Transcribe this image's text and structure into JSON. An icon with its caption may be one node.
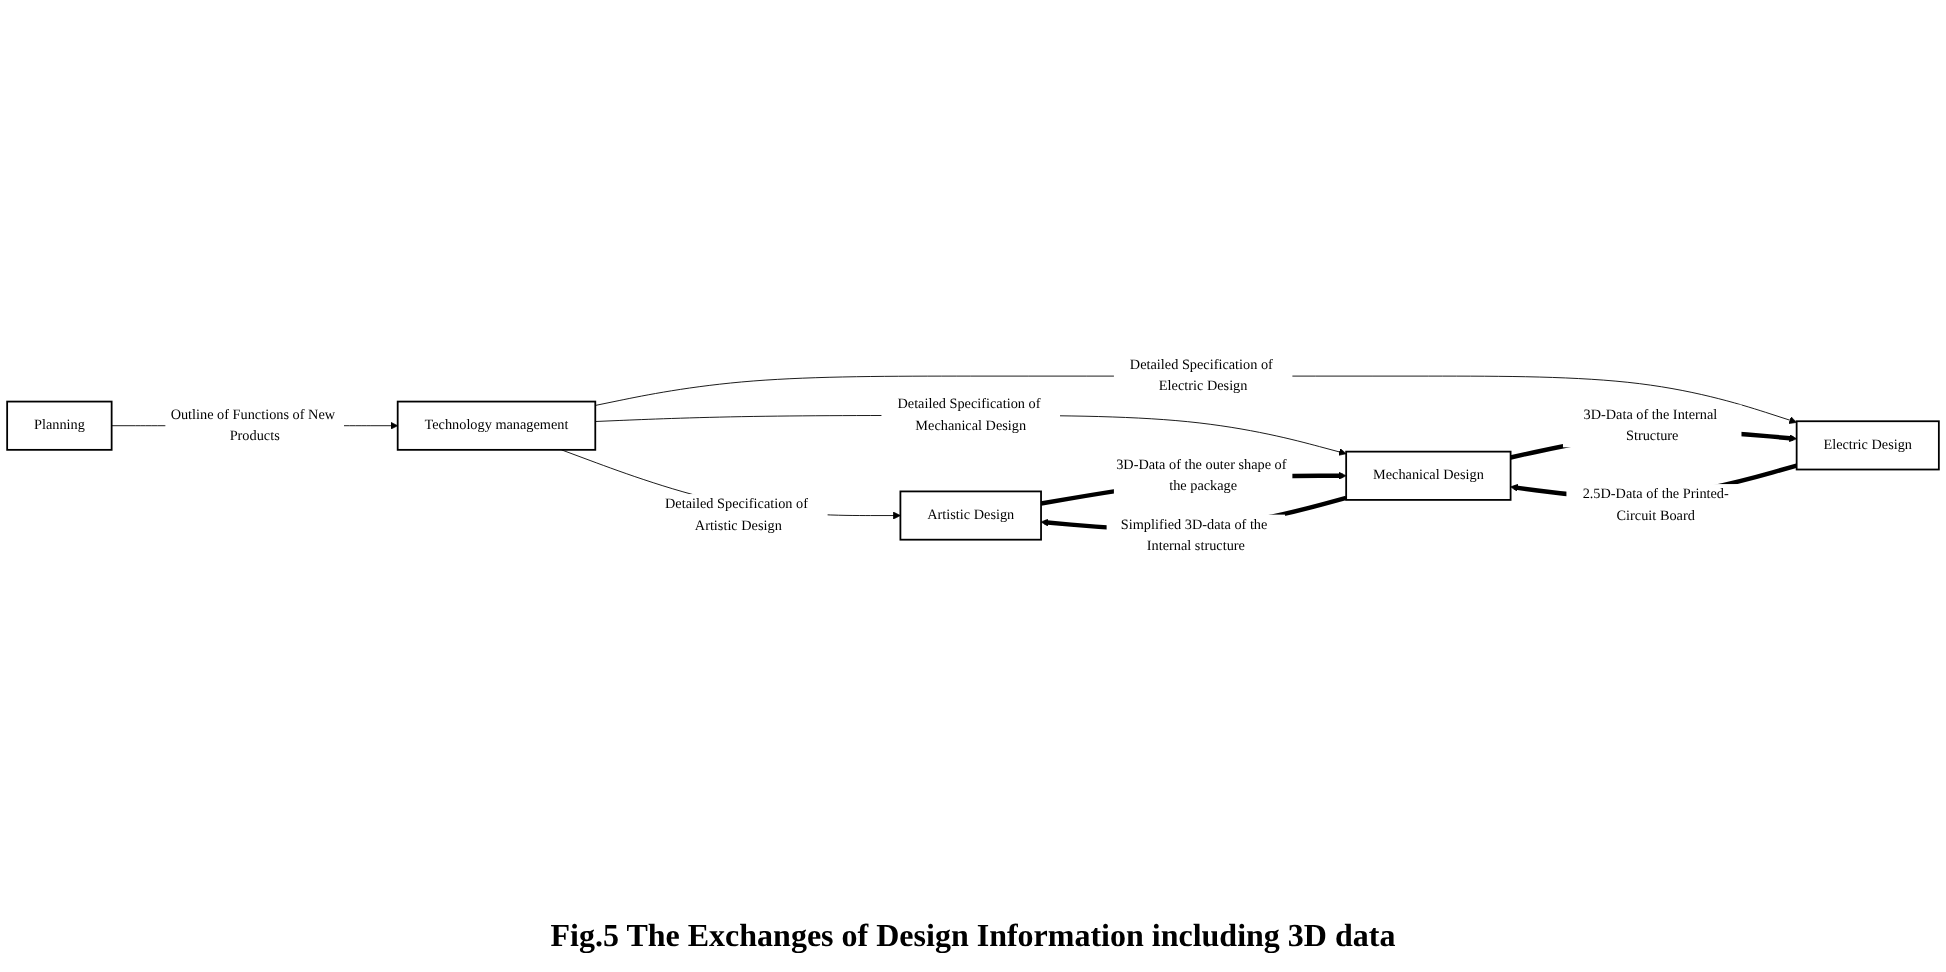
{
  "diagram": {
    "caption": "Fig.5 The Exchanges of Design Information including 3D data",
    "nodes": [
      {
        "text": [
          "Planning"
        ]
      },
      {
        "text": [
          "Technology management"
        ]
      },
      {
        "text": [
          "Artistic Design"
        ]
      },
      {
        "text": [
          "Mechanical Design"
        ]
      },
      {
        "text": [
          "Electric Design"
        ]
      }
    ],
    "edges": [
      {
        "from": 0,
        "to": 1,
        "arrow": "to",
        "label": "Outline of Functions of New Products"
      },
      {
        "from": 1,
        "to": 2,
        "arrow": "to",
        "label": "Detailed Specification of Artistic Design"
      },
      {
        "from": 1,
        "to": 3,
        "arrow": "to",
        "label": "Detailed Specification of Mechanical Design"
      },
      {
        "from": 1,
        "to": 4,
        "arrow": "to",
        "label": "Detailed Specification of Electric Design"
      },
      {
        "from": 2,
        "to": 3,
        "arrow": "to",
        "style": "thick",
        "label": "3D-Data of the outer shape of the package"
      },
      {
        "from": 3,
        "to": 2,
        "arrow": "to",
        "style": "thick",
        "label": "Simplified 3D-data of the Internal structure"
      },
      {
        "from": 3,
        "to": 4,
        "arrow": "to",
        "style": "thick",
        "label": "3D-Data of the Internal Structure"
      },
      {
        "from": 4,
        "to": 3,
        "arrow": "to",
        "style": "thick",
        "label": "2.5D-Data of the Printed-Circuit Board"
      }
    ]
  }
}
